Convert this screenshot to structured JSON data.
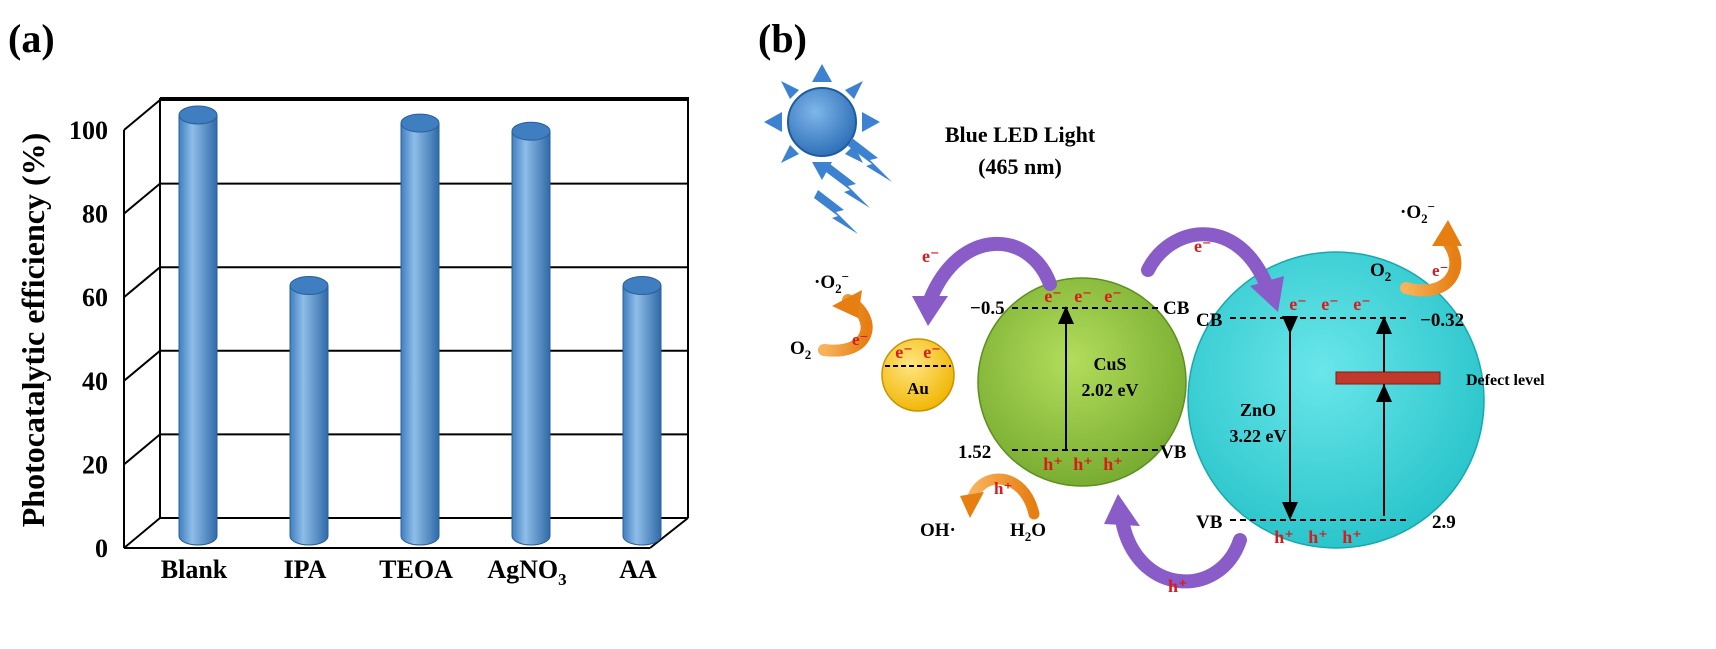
{
  "panels": {
    "a": {
      "label": "(a)"
    },
    "b": {
      "label": "(b)"
    }
  },
  "chart_data": {
    "type": "bar",
    "categories": [
      "Blank",
      "IPA",
      "TEOA",
      "AgNO3",
      "AA"
    ],
    "category_display": [
      {
        "main": "Blank",
        "sub": ""
      },
      {
        "main": "IPA",
        "sub": ""
      },
      {
        "main": "TEOA",
        "sub": ""
      },
      {
        "main": "AgNO",
        "sub": "3"
      },
      {
        "main": "AA",
        "sub": ""
      }
    ],
    "values": [
      100,
      58,
      98,
      96,
      58
    ],
    "ylabel": "Photocatalytic efficiency (%)",
    "yticks": [
      "0",
      "20",
      "40",
      "60",
      "80",
      "100"
    ],
    "ylim": [
      0,
      100
    ],
    "style": "3d-cylinder",
    "bar_color": "#5b9bd5",
    "grid": true
  },
  "diagram": {
    "light_source": {
      "line1": "Blue LED Light",
      "line2": "(465 nm)"
    },
    "au": {
      "name": "Au",
      "electrons": [
        "e⁻",
        "e⁻"
      ],
      "color": "#f5c518"
    },
    "cus": {
      "name": "CuS",
      "bandgap": "2.02 eV",
      "color": "#8dc63f",
      "cb_label": "CB",
      "vb_label": "VB",
      "cb_value": "−0.5",
      "vb_value": "1.52",
      "electrons": [
        "e⁻",
        "e⁻",
        "e⁻"
      ],
      "holes": [
        "h⁺",
        "h⁺",
        "h⁺"
      ]
    },
    "zno": {
      "name": "ZnO",
      "bandgap": "3.22 eV",
      "color": "#2fd0d6",
      "cb_label": "CB",
      "vb_label": "VB",
      "cb_value": "−0.32",
      "vb_value": "2.9",
      "electrons": [
        "e⁻",
        "e⁻",
        "e⁻"
      ],
      "holes": [
        "h⁺",
        "h⁺",
        "h⁺"
      ],
      "defect_label": "Defect level"
    },
    "reactions": {
      "left_oxygen": {
        "reactant": "O",
        "reactant_sub": "2",
        "product": "·O",
        "product_sub": "2",
        "product_sup": "−",
        "carrier": "e⁻"
      },
      "right_oxygen": {
        "reactant": "O",
        "reactant_sub": "2",
        "product": "·O",
        "product_sub": "2",
        "product_sup": "−",
        "carrier": "e⁻"
      },
      "water": {
        "reactant": "H",
        "reactant_sub": "2",
        "reactant_tail": "O",
        "product": "OH·",
        "carrier": "h⁺"
      }
    },
    "transfer": {
      "top_left": "e⁻",
      "top_right": "e⁻",
      "bottom": "h⁺"
    }
  }
}
